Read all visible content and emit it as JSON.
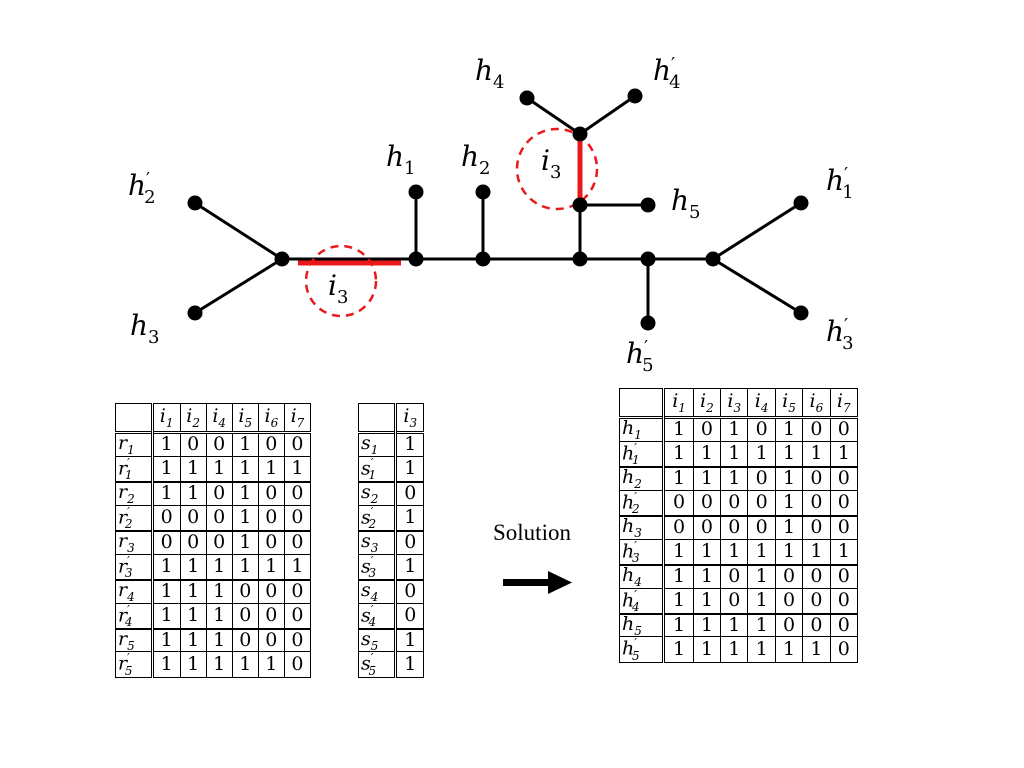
{
  "tree": {
    "labels": {
      "h1": [
        "h",
        "1",
        ""
      ],
      "h2": [
        "h",
        "2",
        ""
      ],
      "h3": [
        "h",
        "3",
        ""
      ],
      "h4": [
        "h",
        "4",
        ""
      ],
      "h5": [
        "h",
        "5",
        ""
      ],
      "h1p": [
        "h",
        "1",
        "′"
      ],
      "h2p": [
        "h",
        "2",
        "′"
      ],
      "h3p": [
        "h",
        "3",
        "′"
      ],
      "h4p": [
        "h",
        "4",
        "′"
      ],
      "h5p": [
        "h",
        "5",
        "′"
      ],
      "i3a": [
        "i",
        "3",
        ""
      ],
      "i3b": [
        "i",
        "3",
        ""
      ]
    },
    "highlight_color": "#e8191b"
  },
  "table_r": {
    "columns": [
      "i1",
      "i2",
      "i4",
      "i5",
      "i6",
      "i7"
    ],
    "groups": [
      [
        {
          "label": "r1",
          "values": [
            "1",
            "0",
            "0",
            "1",
            "0",
            "0"
          ]
        },
        {
          "label": "r1'",
          "values": [
            "1",
            "1",
            "1",
            "1",
            "1",
            "1"
          ]
        }
      ],
      [
        {
          "label": "r2",
          "values": [
            "1",
            "1",
            "0",
            "1",
            "0",
            "0"
          ]
        },
        {
          "label": "r2'",
          "values": [
            "0",
            "0",
            "0",
            "1",
            "0",
            "0"
          ]
        }
      ],
      [
        {
          "label": "r3",
          "values": [
            "0",
            "0",
            "0",
            "1",
            "0",
            "0"
          ]
        },
        {
          "label": "r3'",
          "values": [
            "1",
            "1",
            "1",
            "1",
            "1",
            "1"
          ]
        }
      ],
      [
        {
          "label": "r4",
          "values": [
            "1",
            "1",
            "1",
            "0",
            "0",
            "0"
          ]
        },
        {
          "label": "r4'",
          "values": [
            "1",
            "1",
            "1",
            "0",
            "0",
            "0"
          ]
        }
      ],
      [
        {
          "label": "r5",
          "values": [
            "1",
            "1",
            "1",
            "0",
            "0",
            "0"
          ]
        },
        {
          "label": "r5'",
          "values": [
            "1",
            "1",
            "1",
            "1",
            "1",
            "0"
          ]
        }
      ]
    ]
  },
  "table_s": {
    "columns": [
      "i3"
    ],
    "groups": [
      [
        {
          "label": "s1",
          "values": [
            "1"
          ]
        },
        {
          "label": "s1'",
          "values": [
            "1"
          ]
        }
      ],
      [
        {
          "label": "s2",
          "values": [
            "0"
          ]
        },
        {
          "label": "s2'",
          "values": [
            "1"
          ]
        }
      ],
      [
        {
          "label": "s3",
          "values": [
            "0"
          ]
        },
        {
          "label": "s3'",
          "values": [
            "1"
          ]
        }
      ],
      [
        {
          "label": "s4",
          "values": [
            "0"
          ]
        },
        {
          "label": "s4'",
          "values": [
            "0"
          ]
        }
      ],
      [
        {
          "label": "s5",
          "values": [
            "1"
          ]
        },
        {
          "label": "s5'",
          "values": [
            "1"
          ]
        }
      ]
    ]
  },
  "table_h": {
    "columns": [
      "i1",
      "i2",
      "i3",
      "i4",
      "i5",
      "i6",
      "i7"
    ],
    "groups": [
      [
        {
          "label": "h1",
          "values": [
            "1",
            "0",
            "1",
            "0",
            "1",
            "0",
            "0"
          ]
        },
        {
          "label": "h1'",
          "values": [
            "1",
            "1",
            "1",
            "1",
            "1",
            "1",
            "1"
          ]
        }
      ],
      [
        {
          "label": "h2",
          "values": [
            "1",
            "1",
            "1",
            "0",
            "1",
            "0",
            "0"
          ]
        },
        {
          "label": "h2'",
          "values": [
            "0",
            "0",
            "0",
            "0",
            "1",
            "0",
            "0"
          ]
        }
      ],
      [
        {
          "label": "h3",
          "values": [
            "0",
            "0",
            "0",
            "0",
            "1",
            "0",
            "0"
          ]
        },
        {
          "label": "h3'",
          "values": [
            "1",
            "1",
            "1",
            "1",
            "1",
            "1",
            "1"
          ]
        }
      ],
      [
        {
          "label": "h4",
          "values": [
            "1",
            "1",
            "0",
            "1",
            "0",
            "0",
            "0"
          ]
        },
        {
          "label": "h4'",
          "values": [
            "1",
            "1",
            "0",
            "1",
            "0",
            "0",
            "0"
          ]
        }
      ],
      [
        {
          "label": "h5",
          "values": [
            "1",
            "1",
            "1",
            "1",
            "0",
            "0",
            "0"
          ]
        },
        {
          "label": "h5'",
          "values": [
            "1",
            "1",
            "1",
            "1",
            "1",
            "1",
            "0"
          ]
        }
      ]
    ]
  },
  "solution_label": "Solution"
}
